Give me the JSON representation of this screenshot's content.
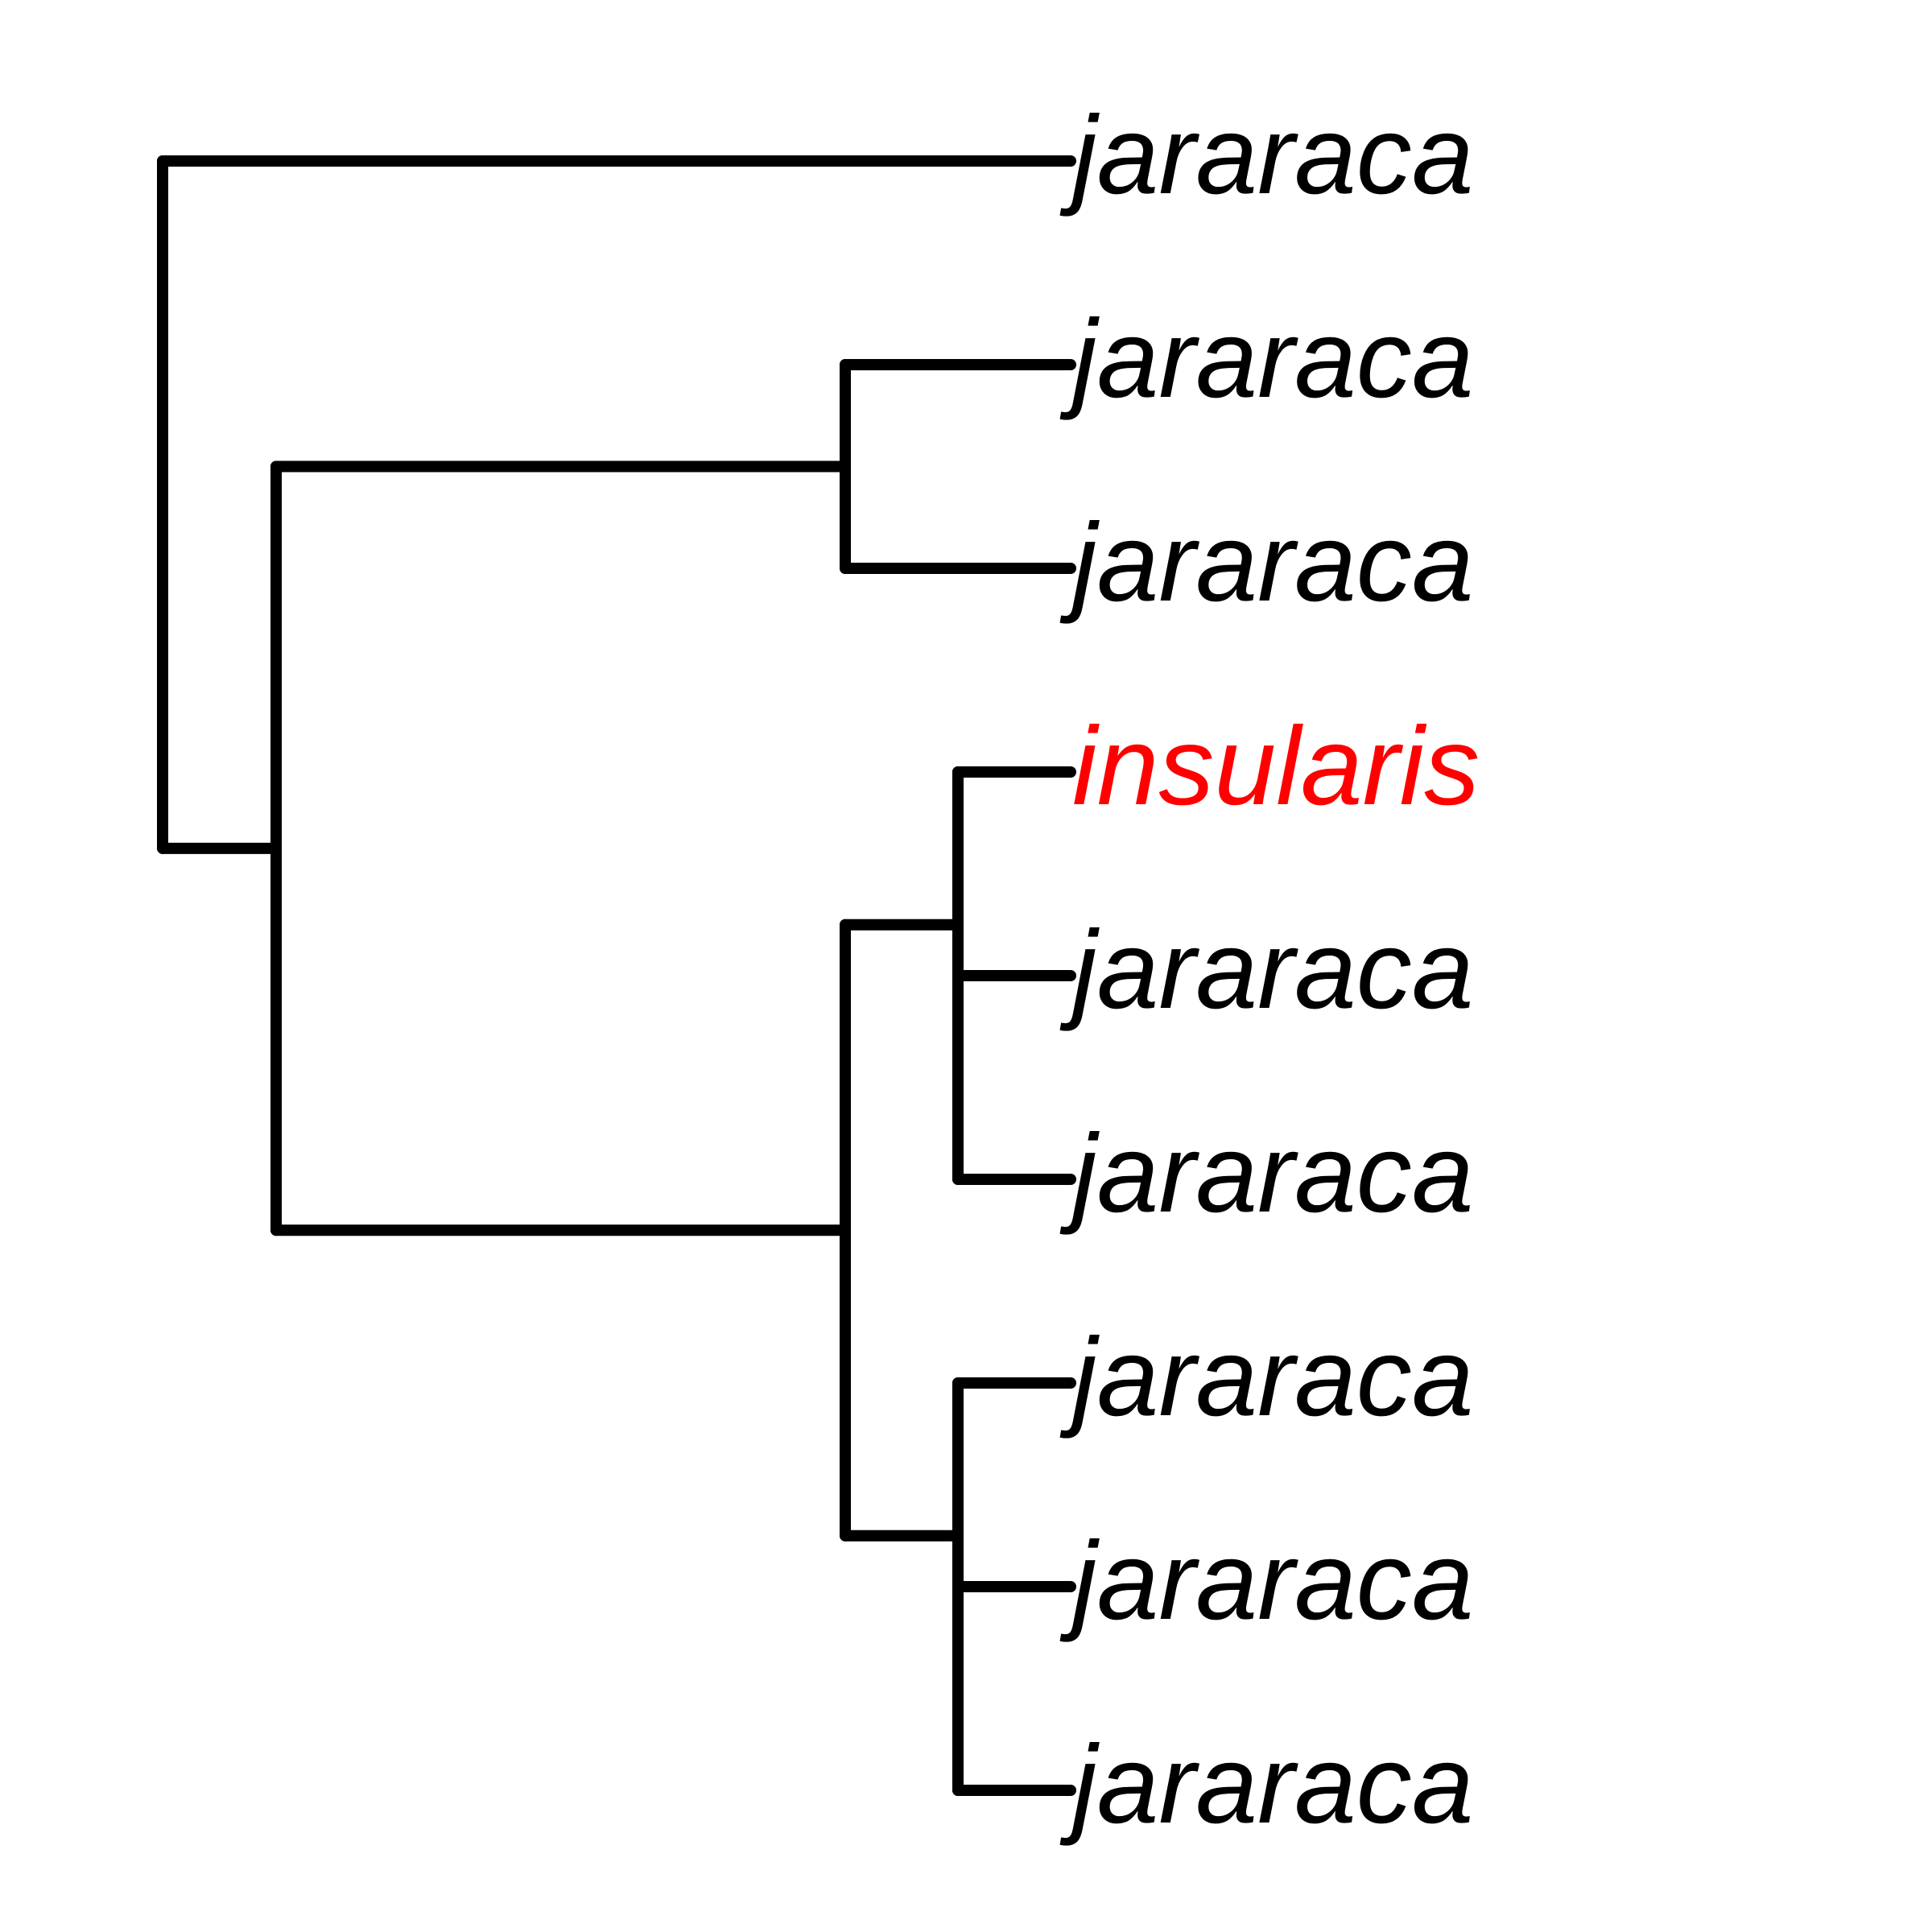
{
  "tree": {
    "branch_color": "#000000",
    "highlight_color": "#ff0000",
    "default_label_color": "#000000",
    "tips": [
      {
        "label": "jararaca",
        "highlight": false
      },
      {
        "label": "jararaca",
        "highlight": false
      },
      {
        "label": "jararaca",
        "highlight": false
      },
      {
        "label": "insularis",
        "highlight": true
      },
      {
        "label": "jararaca",
        "highlight": false
      },
      {
        "label": "jararaca",
        "highlight": false
      },
      {
        "label": "jararaca",
        "highlight": false
      },
      {
        "label": "jararaca",
        "highlight": false
      },
      {
        "label": "jararaca",
        "highlight": false
      }
    ],
    "topology": [
      0,
      [
        [
          1,
          2
        ],
        [
          [
            3,
            [
              4,
              5
            ]
          ],
          [
            6,
            [
              7,
              8
            ]
          ]
        ]
      ]
    ]
  }
}
